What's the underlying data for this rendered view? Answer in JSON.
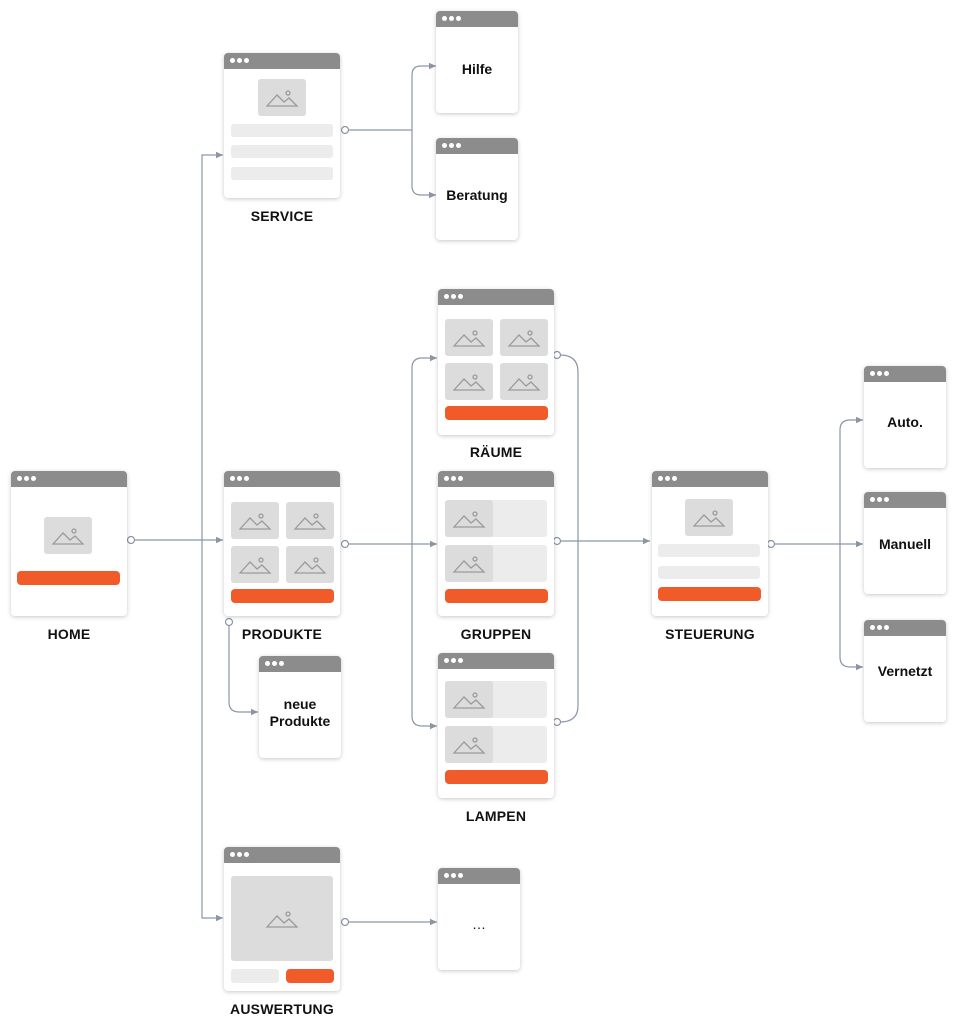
{
  "labels": {
    "home": "HOME",
    "service": "SERVICE",
    "produkte": "PRODUKTE",
    "auswertung": "AUSWERTUNG",
    "raeume": "RÄUME",
    "gruppen": "GRUPPEN",
    "lampen": "LAMPEN",
    "steuerung": "STEUERUNG"
  },
  "pages": {
    "hilfe": "Hilfe",
    "beratung": "Beratung",
    "neue_produkte_line1": "neue",
    "neue_produkte_line2": "Produkte",
    "auto": "Auto.",
    "manuell": "Manuell",
    "vernetzt": "Vernetzt",
    "ellipsis": "…"
  },
  "colors": {
    "accent": "#f15a29",
    "titlebar": "#8c8c8c",
    "placeholder": "#dcdcdc",
    "content_line": "#ececec",
    "connector": "#8a96a6"
  }
}
